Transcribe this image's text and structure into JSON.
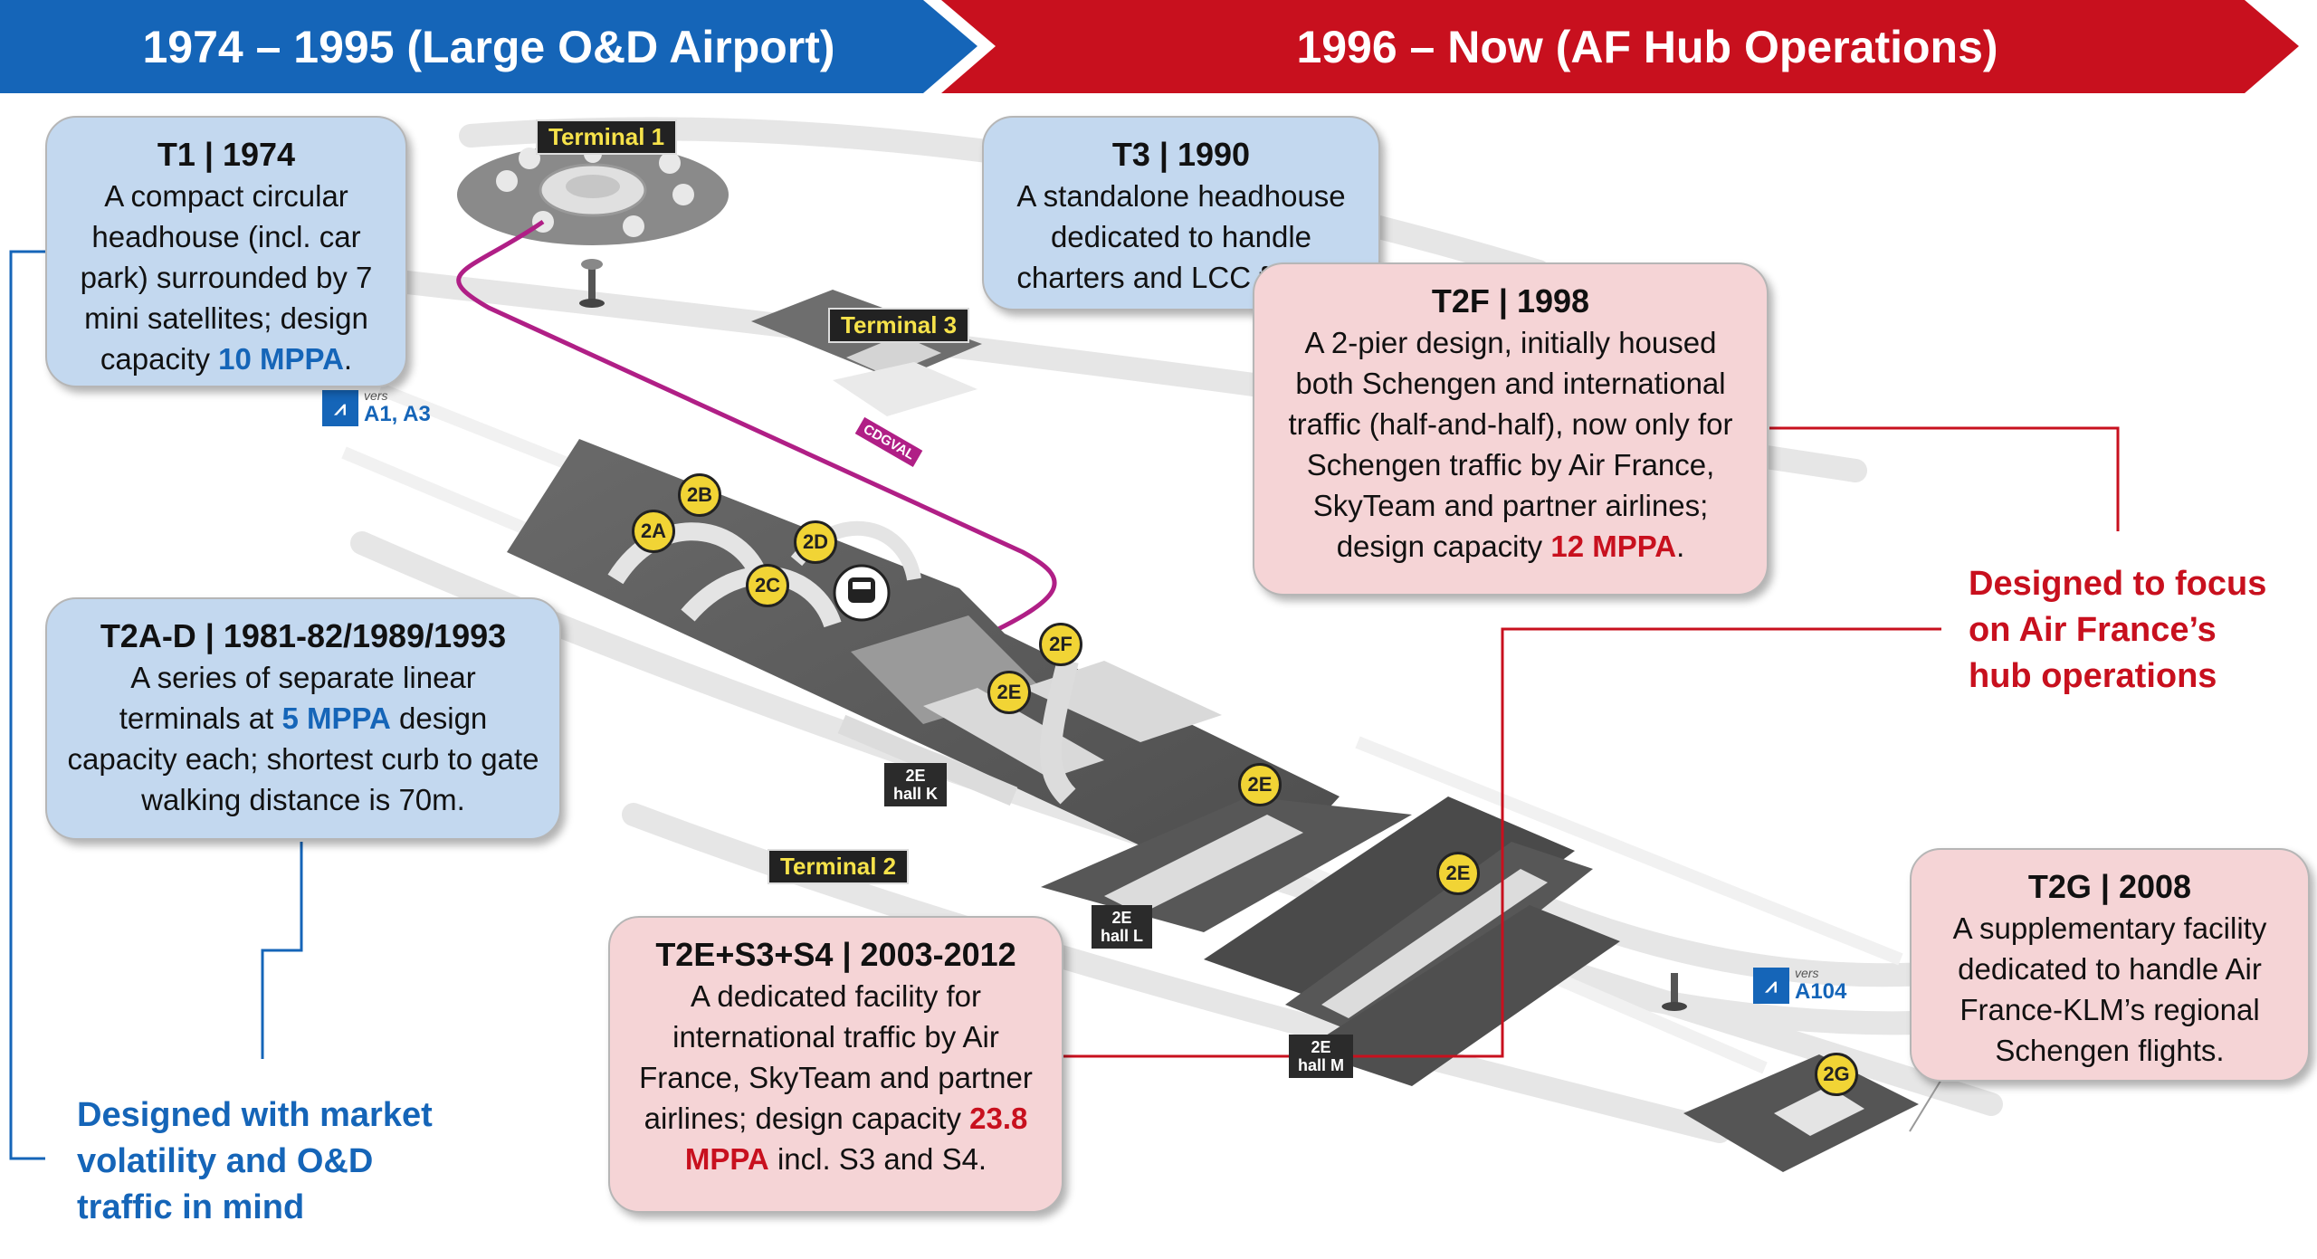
{
  "banners": {
    "left": "1974 – 1995 (Large O&D Airport)",
    "right": "1996 – Now (AF Hub Operations)"
  },
  "map_labels": {
    "terminal1": "Terminal 1",
    "terminal2": "Terminal 2",
    "terminal3": "Terminal 3",
    "cdgval": "CDGVAL",
    "b2a": "2A",
    "b2b": "2B",
    "b2c": "2C",
    "b2d": "2D",
    "b2e_1": "2E",
    "b2e_2": "2E",
    "b2e_3": "2E",
    "b2f": "2F",
    "b2g": "2G",
    "hall_k_line1": "2E",
    "hall_k_line2": "hall K",
    "hall_l_line1": "2E",
    "hall_l_line2": "hall L",
    "hall_m_line1": "2E",
    "hall_m_line2": "hall M",
    "road1_vers": "vers",
    "road1_name": "A1, A3",
    "road2_vers": "vers",
    "road2_name": "A104"
  },
  "callouts": {
    "t1": {
      "head": "T1 | 1974",
      "text": "A compact circular headhouse (incl. car park) surrounded by 7 mini satellites; design capacity ",
      "highlight": "10 MPPA",
      "tail": "."
    },
    "t3": {
      "head": "T3 | 1990",
      "text": "A standalone headhouse dedicated to handle charters and LCC flights."
    },
    "t2f": {
      "head": "T2F | 1998",
      "text": "A 2-pier design, initially housed both Schengen and international traffic (half-and-half), now only for Schengen traffic by Air France, SkyTeam and partner airlines; design capacity ",
      "highlight": "12 MPPA",
      "tail": "."
    },
    "t2ad": {
      "head": "T2A-D | 1981-82/1989/1993",
      "text_a": "A series of separate linear terminals at ",
      "highlight": "5 MPPA",
      "text_b": " design capacity each; shortest curb to gate walking distance is 70m."
    },
    "t2e": {
      "head": "T2E+S3+S4 | 2003-2012",
      "text_a": "A dedicated facility for international traffic by Air France, SkyTeam and partner airlines; design capacity ",
      "highlight": "23.8 MPPA",
      "text_b": " incl. S3 and S4."
    },
    "t2g": {
      "head": "T2G | 2008",
      "text": "A supplementary facility dedicated to handle Air France-KLM’s regional Schengen flights."
    }
  },
  "notes": {
    "left": "Designed with market volatility and O&D traffic in mind",
    "right": "Designed to focus on Air France’s hub operations"
  },
  "colors": {
    "blue": "#1565b8",
    "red": "#c8101e",
    "callout_blue": "#c3d8ef",
    "callout_pink": "#f5d4d6",
    "cdgval": "#b01f86"
  }
}
